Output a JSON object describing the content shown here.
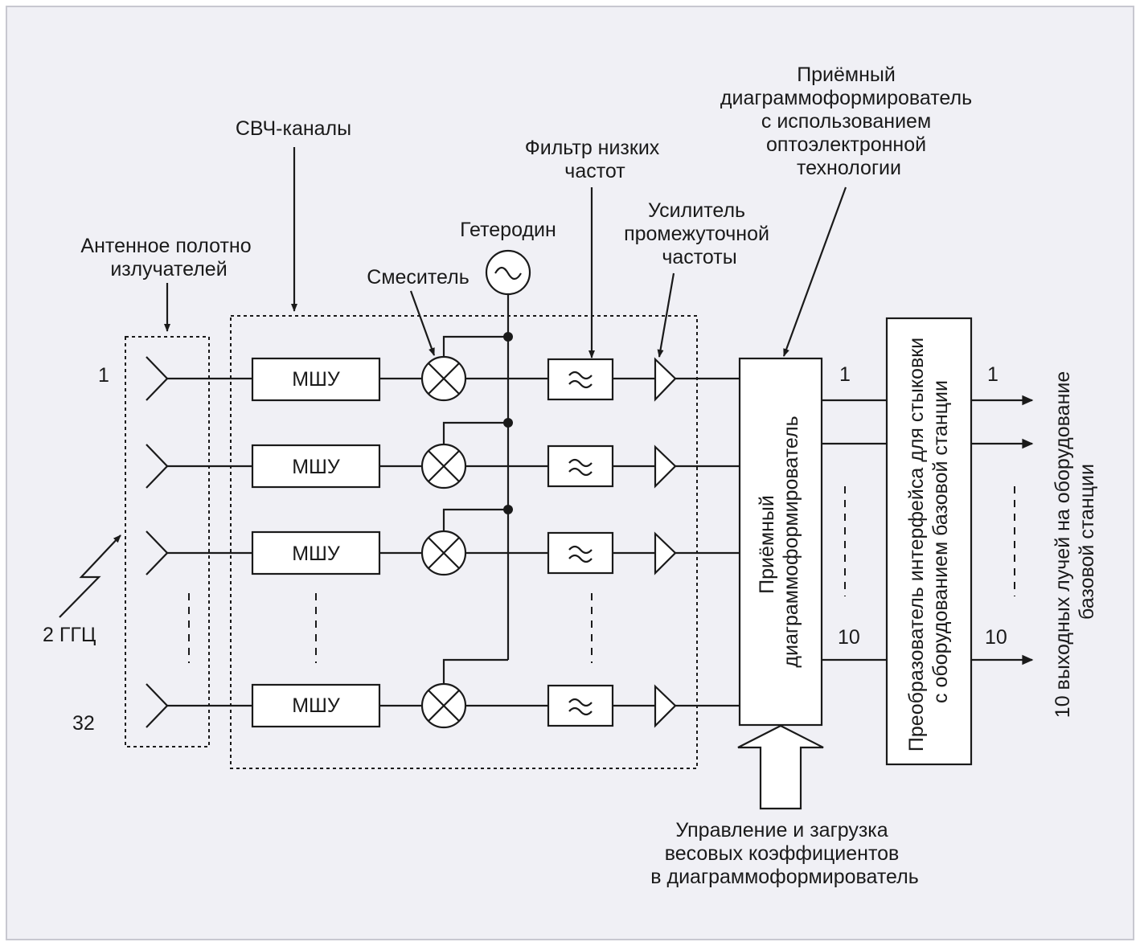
{
  "colors": {
    "background": "#f0f0f5",
    "border": "#c8c8d0",
    "ink": "#1a1a1a",
    "fill": "#ffffff"
  },
  "labels": {
    "antenna_array": [
      "Антенное полотно",
      "излучателей"
    ],
    "mw_channels": "СВЧ-каналы",
    "mixer": "Смеситель",
    "local_oscillator": "Гетеродин",
    "lowpass_filter": [
      "Фильтр низких",
      "частот"
    ],
    "if_amplifier": [
      "Усилитель",
      "промежуточной",
      "частоты"
    ],
    "optoelectronic_bf": [
      "Приёмный",
      "диаграммоформирователь",
      "с использованием",
      "оптоэлектронной",
      "технологии"
    ],
    "frequency": "2 ГГЦ",
    "beamformer_box": [
      "Приёмный",
      "диаграммоформирователь"
    ],
    "interface_box": [
      "Преобразователь интерфейса для стыковки",
      "с оборудованием базовой станции"
    ],
    "output_beams": [
      "10 выходных лучей на оборудование",
      "базовой станции"
    ],
    "weights_control": [
      "Управление и загрузка",
      "весовых коэффициентов",
      "в диаграммоформирователь"
    ]
  },
  "channel_numbers": {
    "first": "1",
    "last": "32"
  },
  "lna_label": "МШУ",
  "beam_numbers": {
    "first": "1",
    "last": "10"
  },
  "icons": [
    "antenna-icon",
    "mixer-icon",
    "oscillator-icon",
    "lowpass-filter-icon",
    "amplifier-icon",
    "arrow-icon"
  ]
}
